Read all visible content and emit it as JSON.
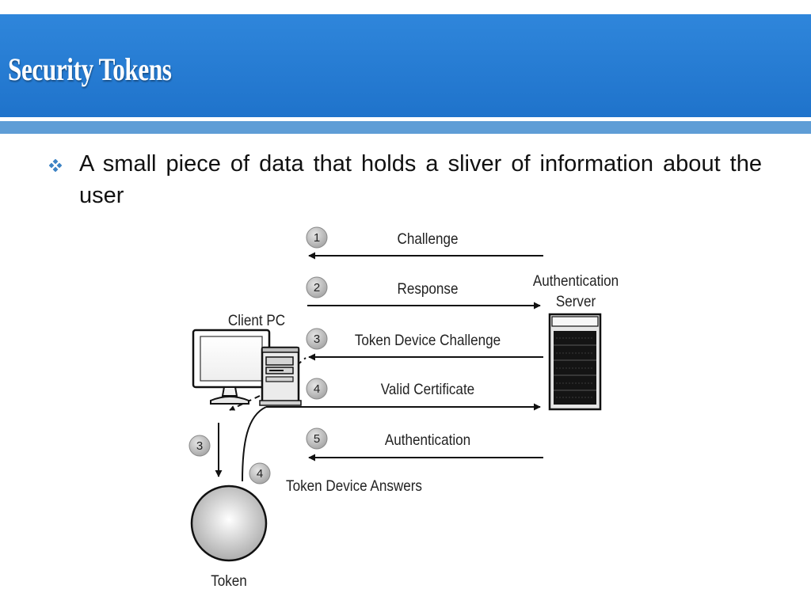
{
  "slide": {
    "title": "Security Tokens",
    "bullet": "A small piece of data that holds a sliver of information about the user"
  },
  "diagram": {
    "steps": [
      {
        "number": "1",
        "label": "Challenge"
      },
      {
        "number": "2",
        "label": "Response"
      },
      {
        "number": "3",
        "label": "Token Device Challenge"
      },
      {
        "number": "4",
        "label": "Valid Certificate"
      },
      {
        "number": "5",
        "label": "Authentication"
      },
      {
        "number": "3",
        "label": ""
      },
      {
        "number": "4",
        "label": "Token Device Answers"
      }
    ],
    "nodes": {
      "client_pc": "Client PC",
      "server_line1": "Authentication",
      "server_line2": "Server",
      "token": "Token"
    }
  },
  "colors": {
    "title_bar": "#2478d0",
    "accent_band": "#5e9dd6",
    "bullet": "#3b82c4"
  },
  "icons": {
    "bullet": "diamond-bullet-icon"
  }
}
